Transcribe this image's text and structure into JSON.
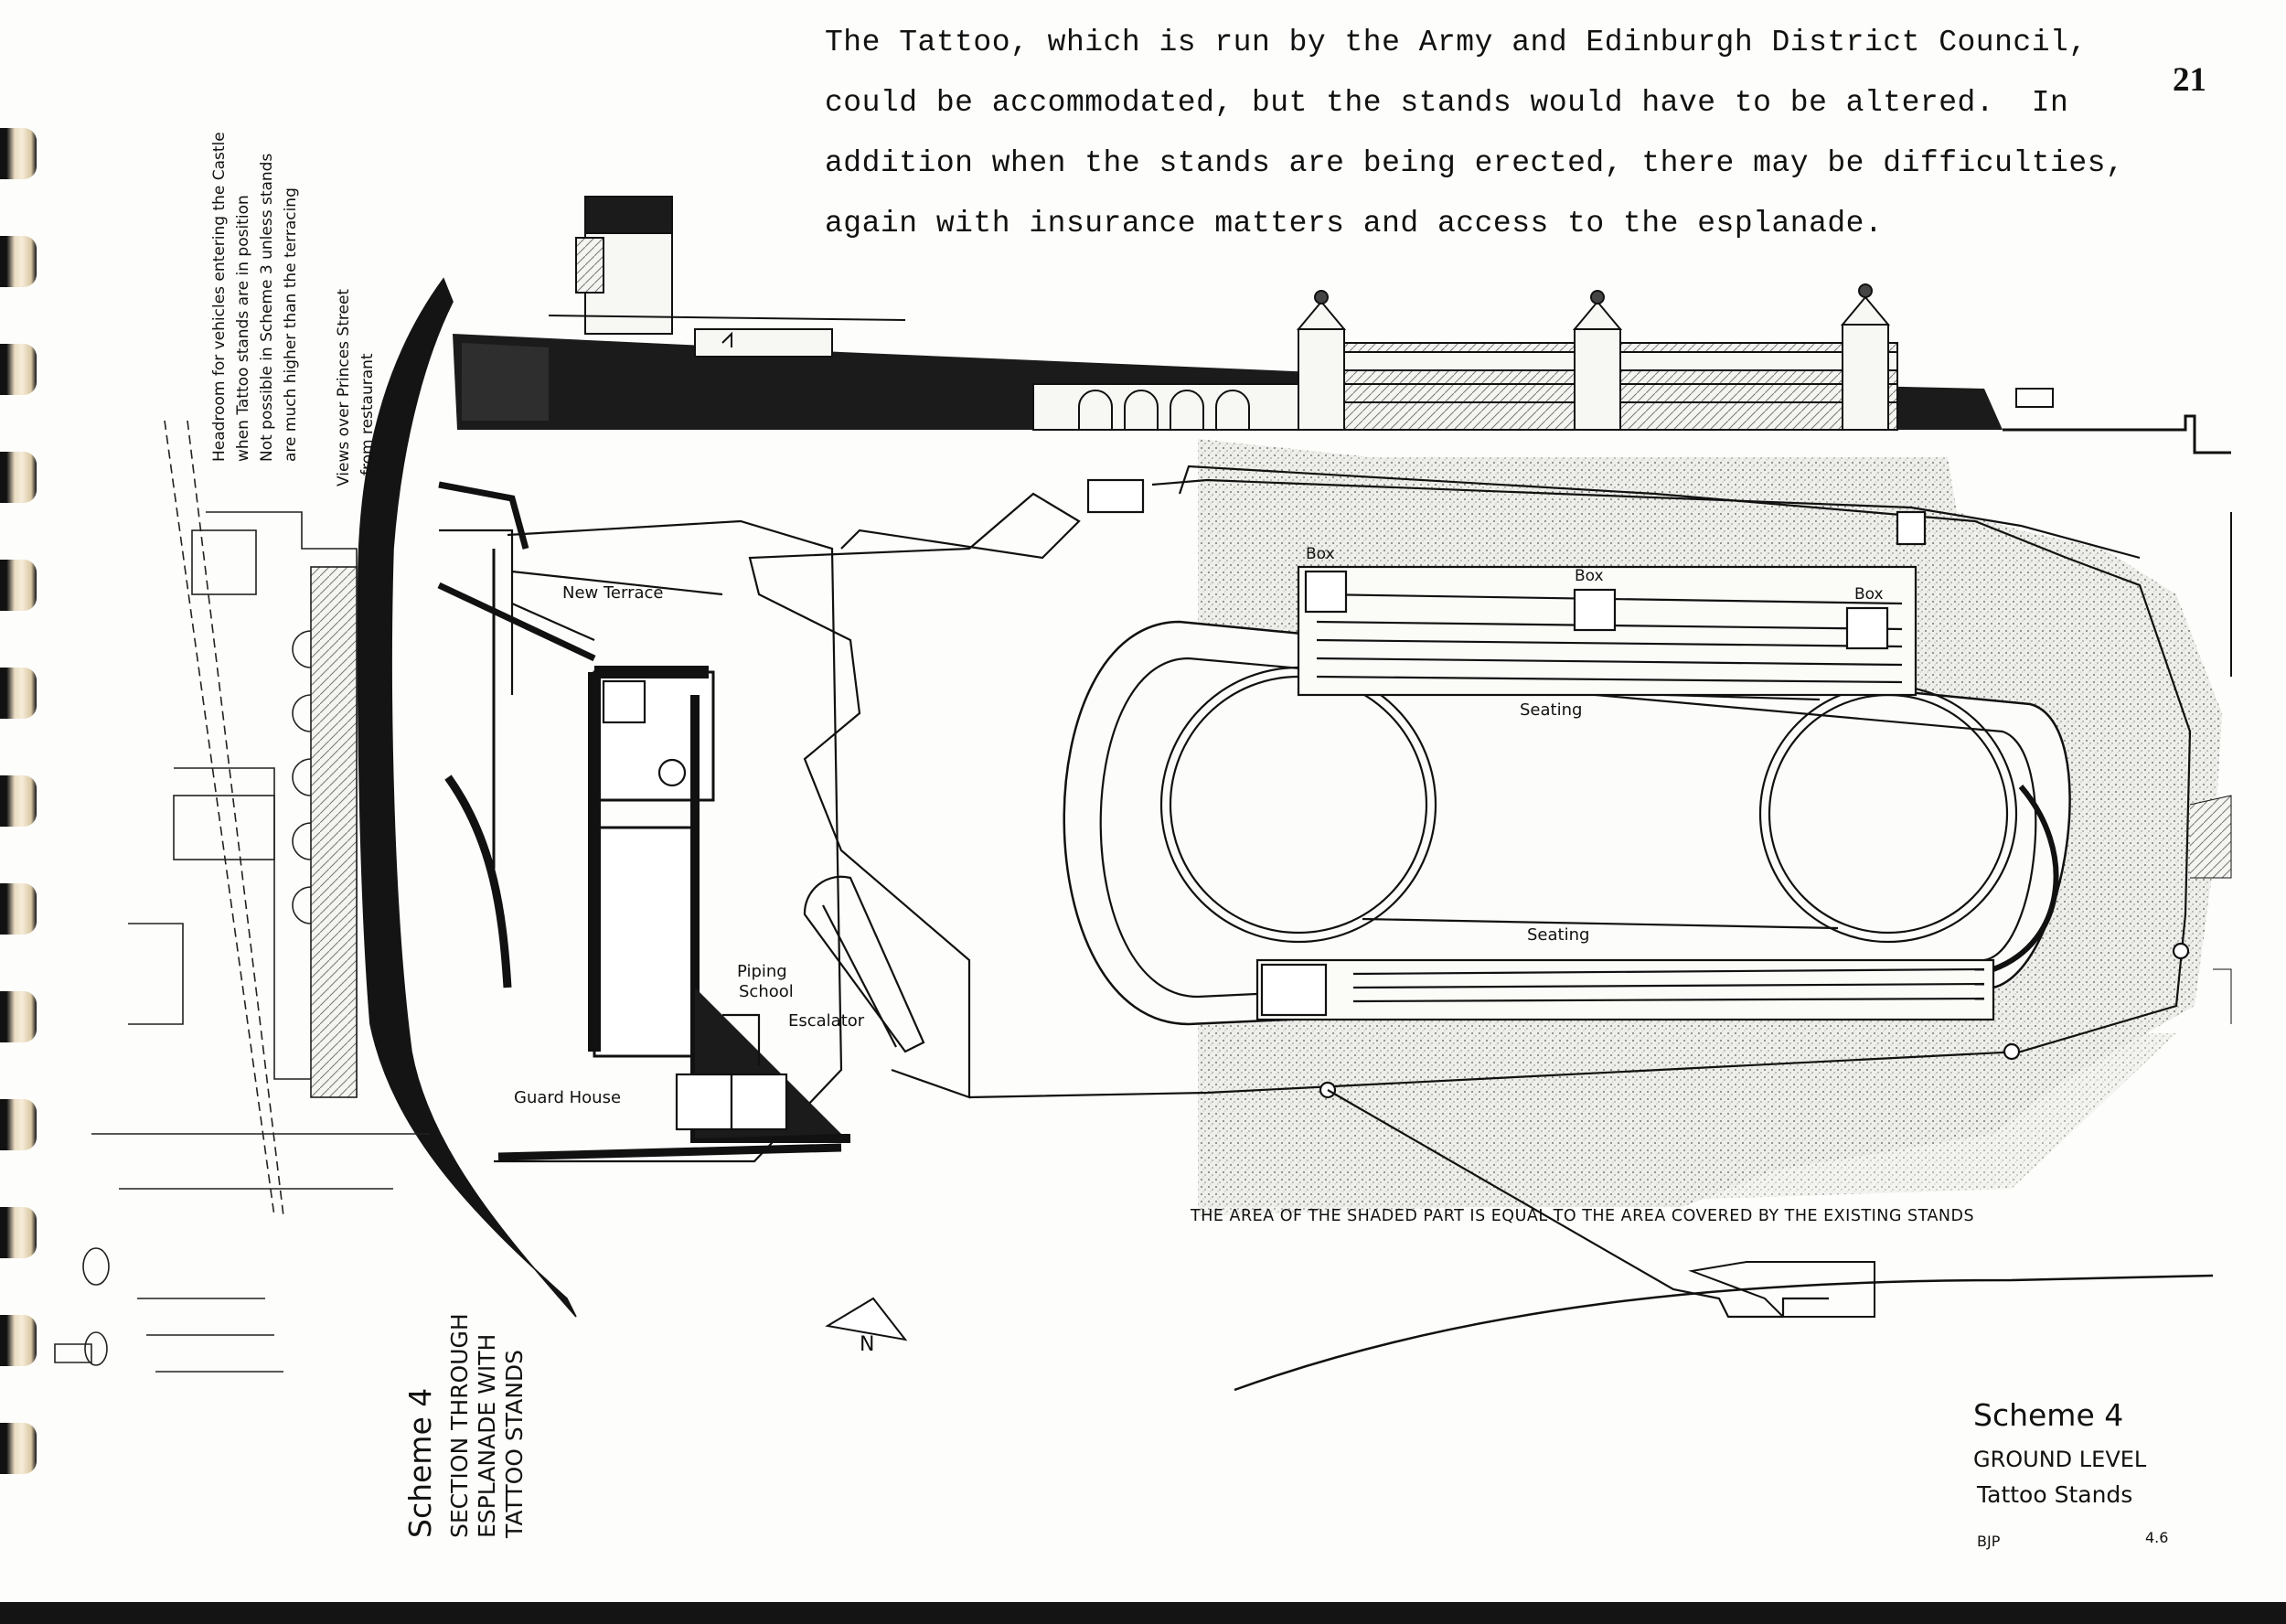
{
  "page_number": "21",
  "typed_text": [
    "The Tattoo, which is run by the Army and Edinburgh District Council,",
    "could be accommodated, but the stands would have to be altered.  In",
    "addition when the stands are being erected, there may be difficulties,",
    "again with insurance matters and access to the esplanade."
  ],
  "section_notes": {
    "headroom": [
      "Headroom for vehicles entering the Castle",
      "when Tattoo stands are in position",
      "Not possible in Scheme 3 unless stands",
      "are much higher than the terracing"
    ],
    "views": [
      "Views over Princes Street",
      "from restaurant"
    ]
  },
  "section_caption": {
    "scheme": "Scheme 4",
    "lines": [
      "SECTION THROUGH",
      "ESPLANADE WITH",
      "TATTOO STANDS"
    ]
  },
  "plan_labels": {
    "new_terrace": "New Terrace",
    "piping_school": [
      "Piping",
      "School"
    ],
    "escalator": "Escalator",
    "guard_house": "Guard House",
    "box_left": "Box",
    "box_center": "Box",
    "box_right": "Box",
    "seating_top": "Seating",
    "seating_bottom": "Seating",
    "north": "N"
  },
  "shaded_note": "THE AREA OF THE SHADED PART IS  EQUAL TO THE AREA COVERED BY THE EXISTING STANDS",
  "plan_caption": {
    "scheme": "Scheme 4",
    "level": "GROUND LEVEL",
    "subject": "Tattoo Stands",
    "initials": "BJP",
    "ref": "4.6"
  }
}
